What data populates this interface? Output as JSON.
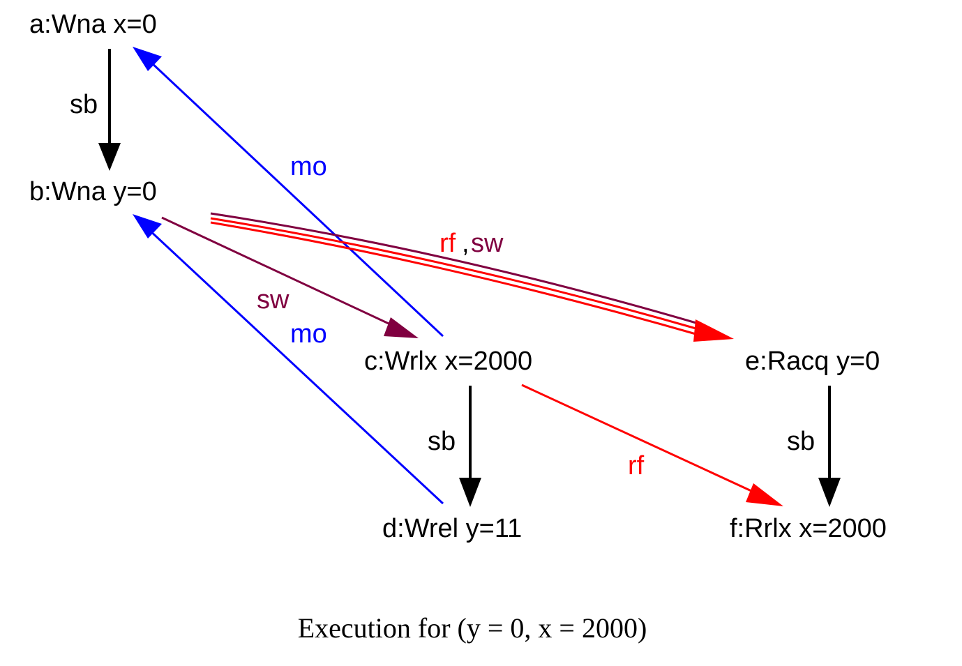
{
  "nodes": {
    "a": {
      "label": "a:Wna x=0"
    },
    "b": {
      "label": "b:Wna y=0"
    },
    "c": {
      "label": "c:Wrlx x=2000"
    },
    "d": {
      "label": "d:Wrel y=11"
    },
    "e": {
      "label": "e:Racq y=0"
    },
    "f": {
      "label": "f:Rrlx x=2000"
    }
  },
  "edges": {
    "a_b": {
      "label": "sb"
    },
    "c_a": {
      "label": "mo"
    },
    "b_e": {
      "label_rf": "rf",
      "label_comma": ",",
      "label_sw": "sw"
    },
    "b_c": {
      "label": "sw"
    },
    "d_b": {
      "label": "mo"
    },
    "c_d": {
      "label": "sb"
    },
    "c_f": {
      "label": "rf"
    },
    "e_f": {
      "label": "sb"
    }
  },
  "colors": {
    "sb": "#000000",
    "mo": "#0000ff",
    "rf": "#ff0000",
    "sw": "#800040"
  },
  "caption": "Execution for (y = 0, x = 2000)"
}
